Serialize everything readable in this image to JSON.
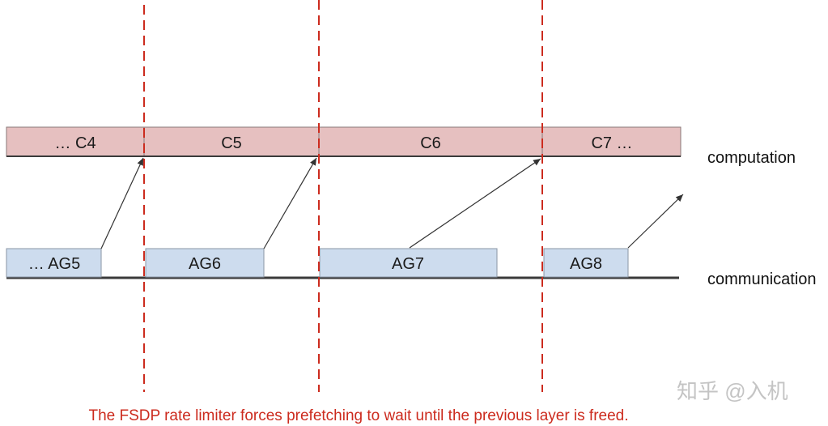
{
  "computation": {
    "blocks": [
      "… C4",
      "C5",
      "C6",
      "C7 …"
    ],
    "label": "computation",
    "fill": "#e6c0c0",
    "stroke": "#8a7878"
  },
  "communication": {
    "blocks": [
      "… AG5",
      "AG6",
      "AG7",
      "AG8"
    ],
    "label": "communication",
    "fill": "#cddcee",
    "stroke": "#8a96a4"
  },
  "caption": "The FSDP rate limiter forces prefetching to wait until the previous layer is freed.",
  "watermark": "知乎 @入机",
  "colors": {
    "divider": "#cc2b1e",
    "caption": "#cc2b1e",
    "baseline": "#3a3a3a",
    "arrow": "#333333",
    "watermark": "#c4c4c4"
  }
}
